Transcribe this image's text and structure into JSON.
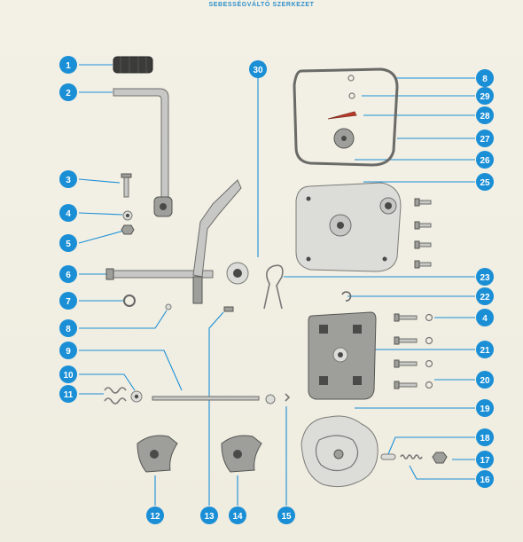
{
  "title": "SEBESSÉGVÁLTÓ SZERKEZET",
  "callouts": [
    "1",
    "2",
    "3",
    "4",
    "5",
    "6",
    "7",
    "8",
    "9",
    "10",
    "11",
    "12",
    "13",
    "14",
    "15",
    "16",
    "17",
    "18",
    "19",
    "20",
    "21",
    "22",
    "23",
    "25",
    "26",
    "27",
    "28",
    "29",
    "30"
  ],
  "colors": {
    "callout": "#1a8fd6",
    "background": "#f1eee2",
    "title": "#2f8fc8"
  }
}
